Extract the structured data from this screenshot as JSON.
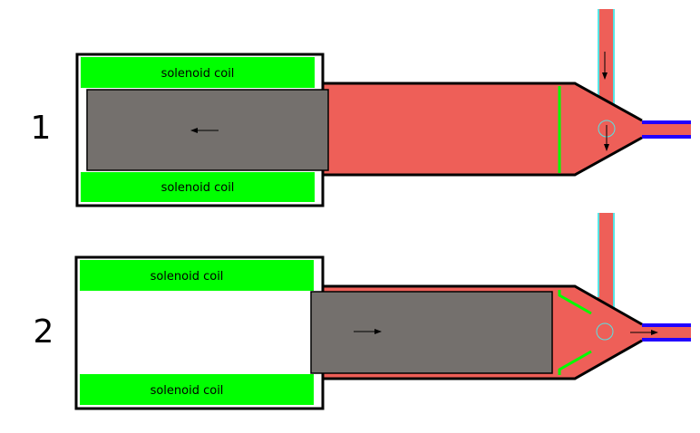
{
  "diagrams": [
    {
      "label": "1",
      "coil_top": "solenoid coil",
      "coil_bottom": "solenoid coil"
    },
    {
      "label": "2",
      "coil_top": "solenoid coil",
      "coil_bottom": "solenoid coil"
    }
  ],
  "colors": {
    "coil": "#00ff00",
    "plunger": "#74706d",
    "fluid": "#ee5f58",
    "valve": "#00ff00",
    "inlet_edge": "#55e5e5",
    "outlet_edge": "#2200ff"
  }
}
